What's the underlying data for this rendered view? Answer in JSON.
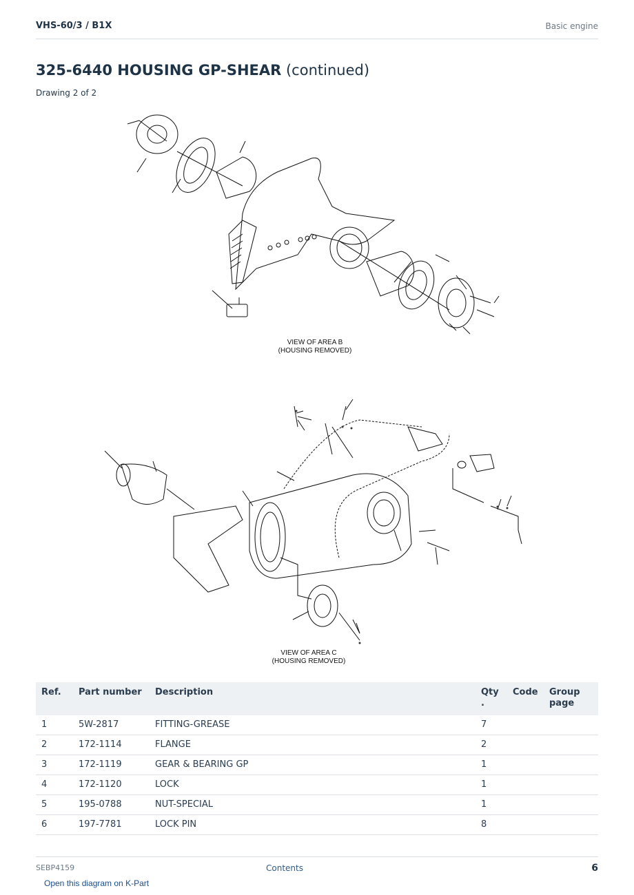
{
  "header": {
    "left": "VHS-60/3  /  B1X",
    "right": "Basic engine"
  },
  "title": {
    "main": "325-6440 HOUSING GP-SHEAR",
    "suffix": "(continued)"
  },
  "subtitle": "Drawing 2 of 2",
  "drawing": {
    "caption_b_line1": "VIEW OF AREA B",
    "caption_b_line2": "(HOUSING REMOVED)",
    "caption_c_line1": "VIEW OF AREA C",
    "caption_c_line2": "(HOUSING REMOVED)"
  },
  "table": {
    "headers": {
      "ref": "Ref.",
      "part_number": "Part number",
      "description": "Description",
      "qty_line1": "Qty",
      "qty_line2": ".",
      "code": "Code",
      "group_line1": "Group",
      "group_line2": "page"
    },
    "rows": [
      {
        "ref": "1",
        "part_number": "5W-2817",
        "description": "FITTING-GREASE",
        "qty": "7",
        "code": "",
        "group": ""
      },
      {
        "ref": "2",
        "part_number": "172-1114",
        "description": "FLANGE",
        "qty": "2",
        "code": "",
        "group": ""
      },
      {
        "ref": "3",
        "part_number": "172-1119",
        "description": "GEAR & BEARING GP",
        "qty": "1",
        "code": "",
        "group": ""
      },
      {
        "ref": "4",
        "part_number": "172-1120",
        "description": "LOCK",
        "qty": "1",
        "code": "",
        "group": ""
      },
      {
        "ref": "5",
        "part_number": "195-0788",
        "description": "NUT-SPECIAL",
        "qty": "1",
        "code": "",
        "group": ""
      },
      {
        "ref": "6",
        "part_number": "197-7781",
        "description": "LOCK PIN",
        "qty": "8",
        "code": "",
        "group": ""
      }
    ]
  },
  "footer": {
    "doc_id": "SEBP4159",
    "contents_link": "Contents",
    "page_number": "6"
  },
  "kpart_link": "Open this diagram on K-Part"
}
